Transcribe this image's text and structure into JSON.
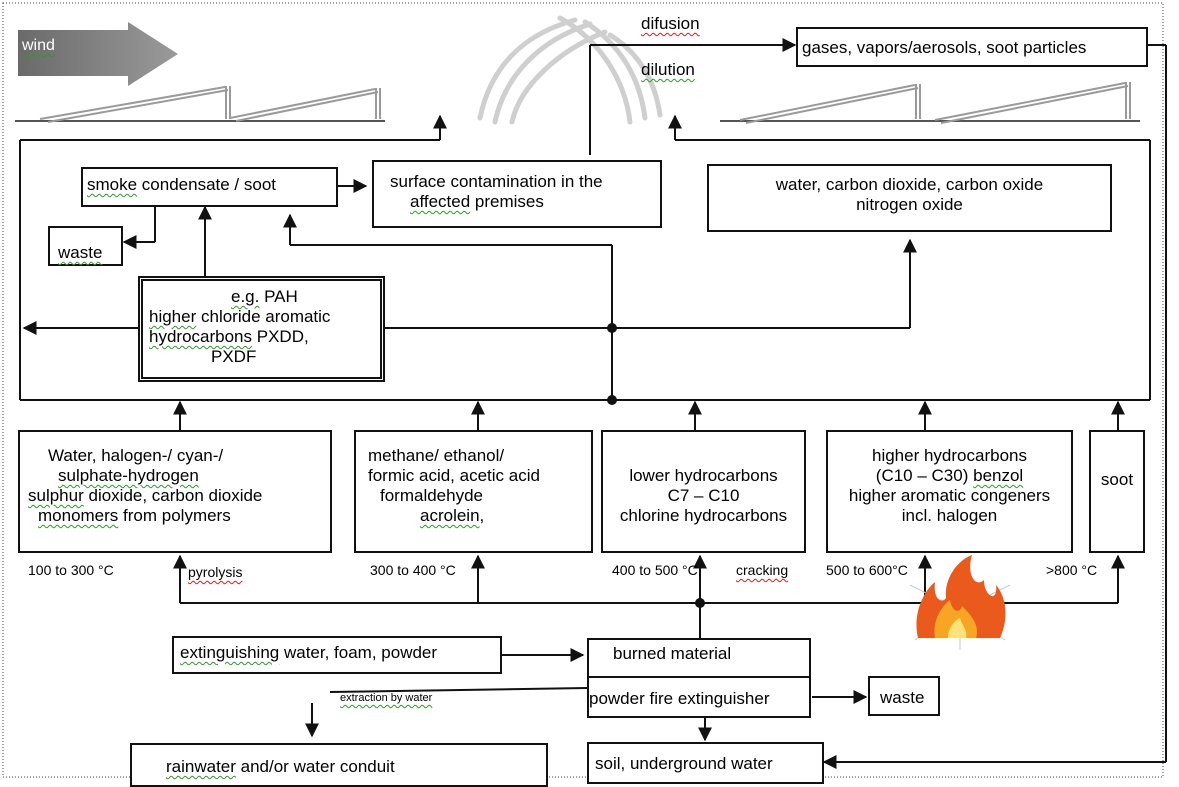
{
  "labels": {
    "wind": "wind",
    "difusion": "difusion",
    "dilution": "dilution",
    "extraction": "extraction by water"
  },
  "boxes": {
    "gases": "gases, vapors/aerosols, soot particles",
    "smoke": {
      "w1": "smoke",
      "rest": " condensate / soot"
    },
    "surface": {
      "l1": "surface contamination in the",
      "l2a": "affected",
      "l2b": " premises"
    },
    "combustion": {
      "l1": "water, carbon dioxide, carbon oxide",
      "l2": "nitrogen oxide"
    },
    "waste_top": "waste",
    "pah": {
      "l1a": "e.g.",
      "l1b": " PAH",
      "l2a": "higher",
      "l2b": " chloride aromatic",
      "l3a": "hydrocarbons",
      "l3b": " PXDD,",
      "l4": "PXDF"
    },
    "water_halogen": {
      "l1": "Water, halogen-/ cyan-/",
      "l2": "sulphate-hydrogen",
      "l3a": "sulphur",
      "l3b": " dioxide, carbon dioxide",
      "l4a": "monomers",
      "l4b": " from polymers"
    },
    "methane": {
      "l1": "methane/ ethanol/",
      "l2": "formic acid, acetic acid",
      "l3": "formaldehyde",
      "l4a": "acrolein",
      "l4b": ","
    },
    "lower_hc": {
      "l1": "lower hydrocarbons",
      "l2": "C7 – C10",
      "l3": "chlorine hydrocarbons"
    },
    "higher_hc": {
      "l1": "higher hydrocarbons",
      "l2a": "(C10 – C30) ",
      "l2b": "benzol",
      "l3": "higher aromatic congeners",
      "l4": "incl. halogen"
    },
    "soot": "soot",
    "extinguishing": {
      "w1": "extinguishing",
      "rest": " water, foam, powder"
    },
    "burned": "burned material",
    "powder": "powder fire extinguisher",
    "waste_bottom": "waste",
    "rainwater": {
      "w1": "rainwater",
      "rest": " and/or water conduit"
    },
    "soil": "soil, underground water"
  },
  "temperatures": {
    "t1": "100 to 300 °C",
    "pyrolysis": "pyrolysis",
    "t2": "300 to 400 °C",
    "t3": "400 to 500 °C,",
    "cracking": "cracking",
    "t4": "500 to 600°C",
    "t5": ">800  °C"
  },
  "colors": {
    "line": "#111111",
    "roof": "#9a9a9a",
    "smoke_plume": "#cfcfcf",
    "wind_arrow": "#777777",
    "flame": "#e8561a",
    "spellcheck_green": "#2a9a2a",
    "spellcheck_red": "#d02020"
  }
}
